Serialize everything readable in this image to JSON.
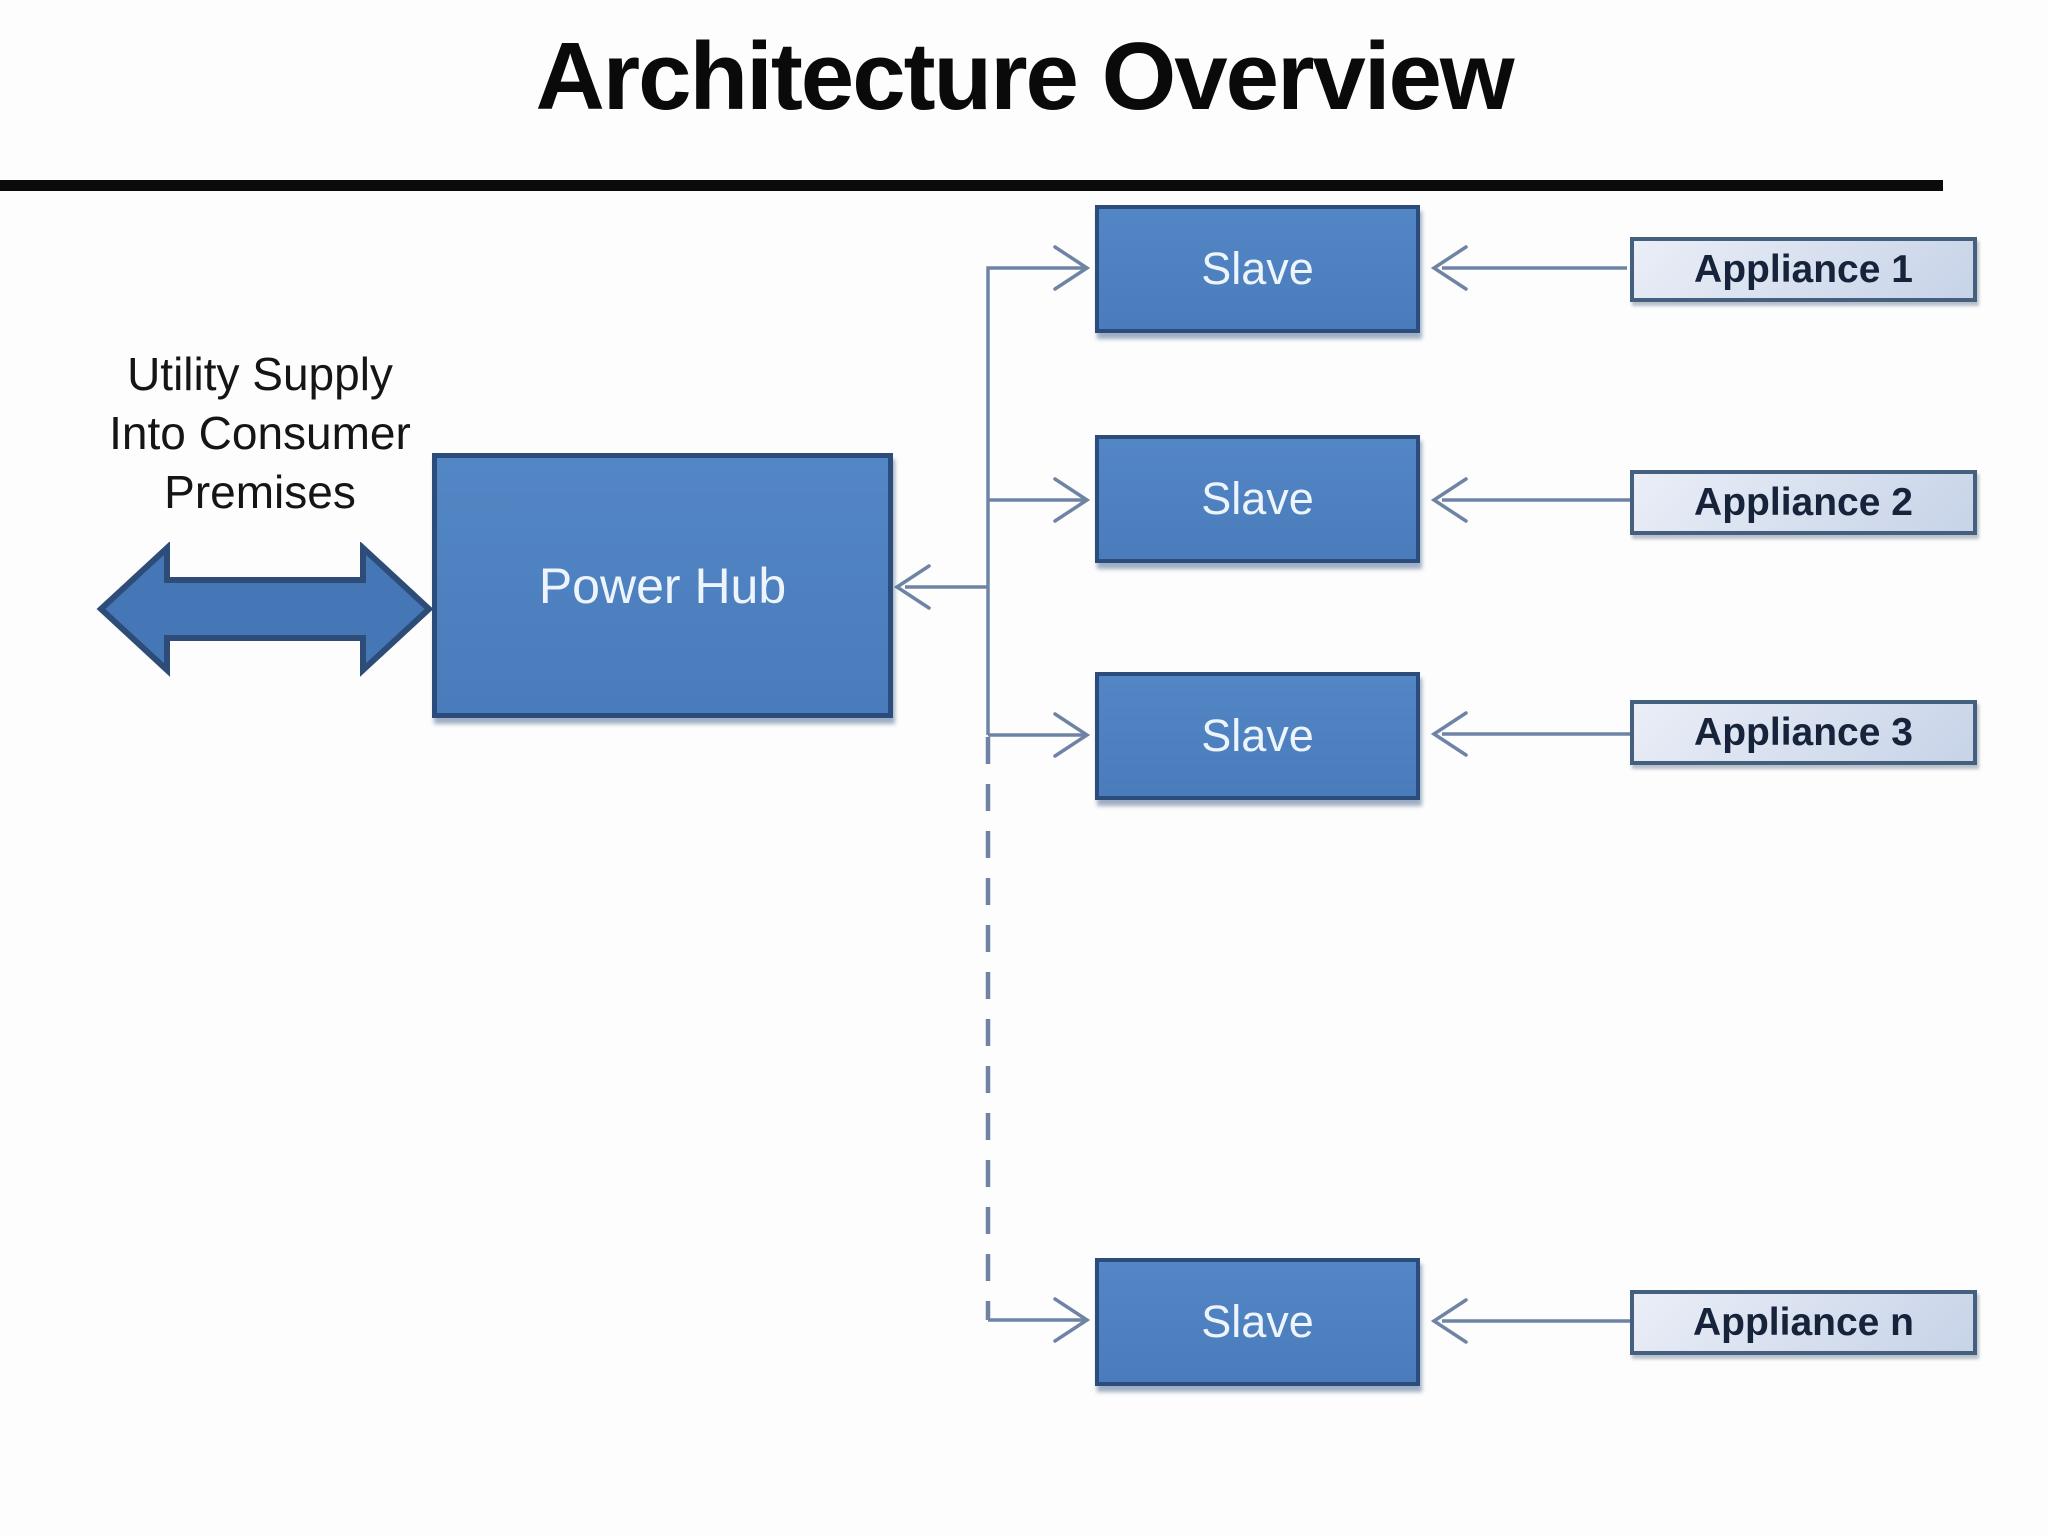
{
  "title": "Architecture Overview",
  "utility_label": {
    "line1": "Utility Supply",
    "line2": "Into Consumer",
    "line3": "Premises"
  },
  "hub": {
    "label": "Power Hub"
  },
  "slaves": [
    {
      "label": "Slave"
    },
    {
      "label": "Slave"
    },
    {
      "label": "Slave"
    },
    {
      "label": "Slave"
    }
  ],
  "appliances": [
    {
      "label": "Appliance 1"
    },
    {
      "label": "Appliance 2"
    },
    {
      "label": "Appliance 3"
    },
    {
      "label": "Appliance n"
    }
  ],
  "icons": {
    "utility_arrow": "double-headed-horizontal-arrow",
    "connector_arrowheads": "open-chevron-arrowheads"
  },
  "connections": {
    "hub_to_slaves": "branching trunk, arrow into hub and arrows into each slave; dashed segment between slave 3 and slave n",
    "appliance_to_slave": "arrow from each appliance pointing left into its slave"
  },
  "colors": {
    "background": "#fdfdfd",
    "title_text": "#0a0a0a",
    "divider": "#0b0b0b",
    "node_fill": "#4a7cbc",
    "node_fill_light": "#5386c4",
    "node_border": "#2c4d7c",
    "node_text": "#edf4fc",
    "appliance_fill_top": "#eaeef7",
    "appliance_fill_bottom": "#c7d3e8",
    "appliance_border": "#44607e",
    "appliance_text": "#16233b",
    "connector": "#6f84a5",
    "arrow_fill": "#4577b6",
    "arrow_stroke": "#2d4d78"
  }
}
